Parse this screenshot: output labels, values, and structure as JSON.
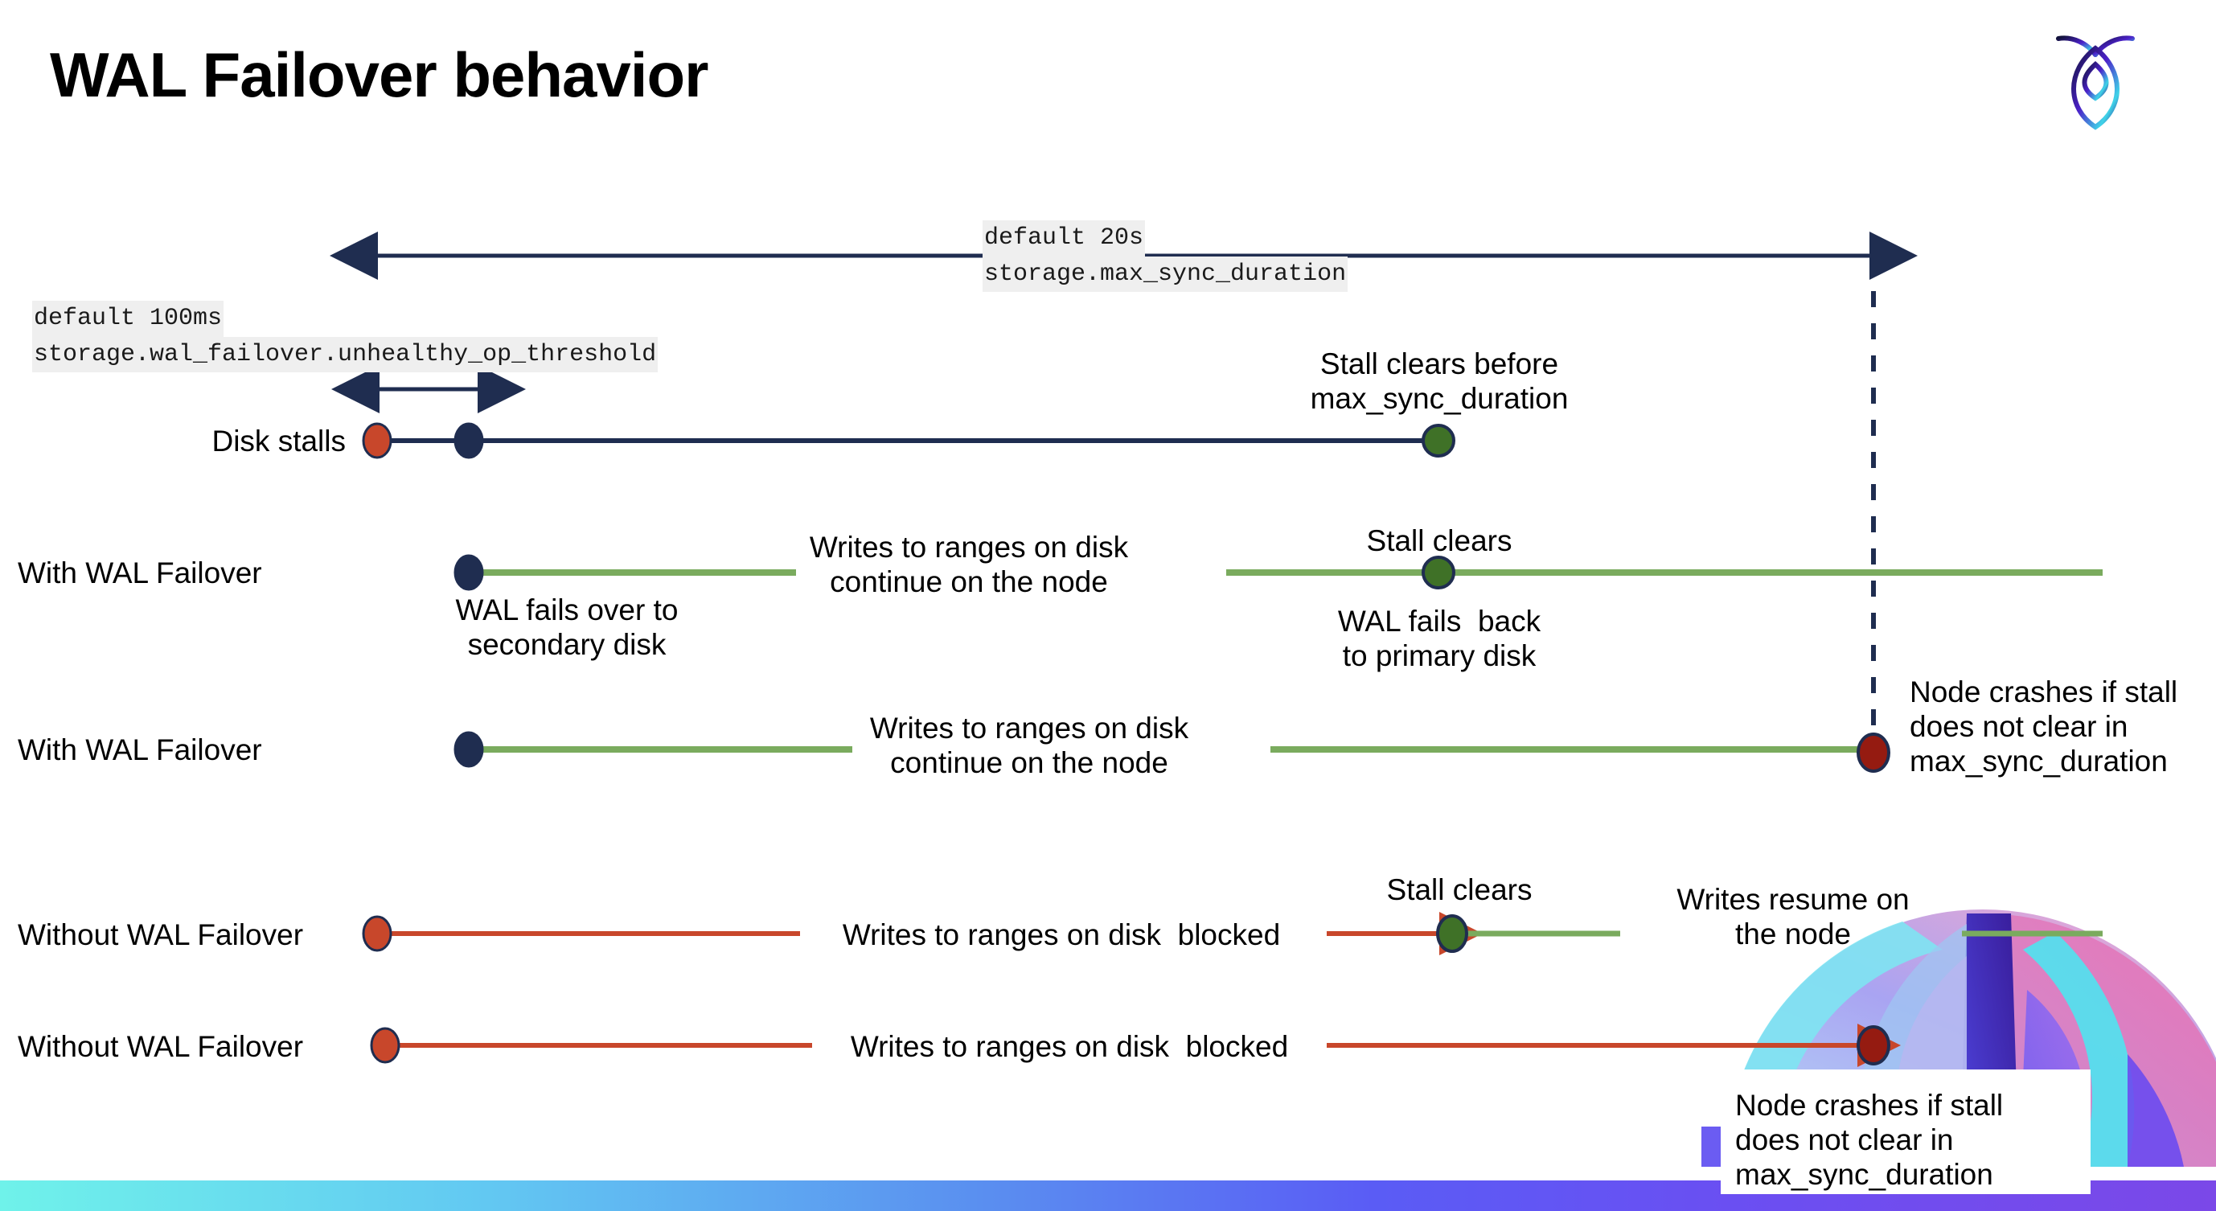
{
  "slide": {
    "title": "WAL Failover behavior",
    "logo_name": "cockroach-labs-logo"
  },
  "settings": {
    "max_sync": {
      "default": "default 20s",
      "name": "storage.max_sync_duration"
    },
    "unhealthy": {
      "default": "default 100ms",
      "name": "storage.wal_failover.unhealthy_op_threshold"
    }
  },
  "rows": {
    "disk_stalls": {
      "label": "Disk stalls",
      "note_end": "Stall clears before\nmax_sync_duration"
    },
    "with_failover_1": {
      "label": "With WAL Failover",
      "note_start": "WAL fails over to\nsecondary disk",
      "note_mid": "Writes to ranges on disk\ncontinue on the node",
      "note_clear": "Stall clears",
      "note_back": "WAL fails  back\nto primary disk"
    },
    "with_failover_2": {
      "label": "With WAL Failover",
      "note_mid": "Writes to ranges on disk\ncontinue on the node",
      "note_crash": "Node crashes if stall\ndoes not clear in\nmax_sync_duration"
    },
    "without_failover_1": {
      "label": "Without WAL Failover",
      "note_blocked": "Writes to ranges on disk  blocked",
      "note_clear": "Stall clears",
      "note_resume": "Writes resume on\nthe node"
    },
    "without_failover_2": {
      "label": "Without WAL Failover",
      "note_blocked": "Writes to ranges on disk  blocked",
      "note_crash": "Node crashes if stall\ndoes not clear in\nmax_sync_duration"
    }
  },
  "colors": {
    "navy": "#1f2d50",
    "green_line": "#7aab5e",
    "green_dot": "#3f7127",
    "orange": "#c8472b",
    "dark_red": "#951b11",
    "code_bg": "#efefef",
    "bar_gradient_start": "#6ff2ea",
    "bar_gradient_end": "#7b48e8"
  }
}
